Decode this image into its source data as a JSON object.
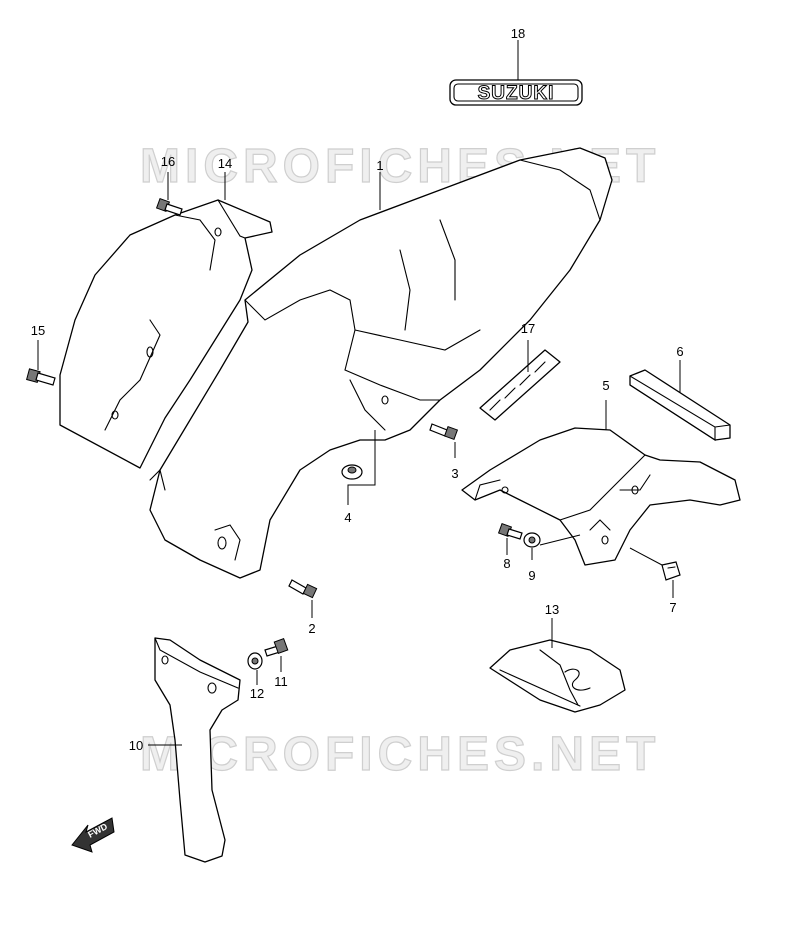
{
  "watermark": "MICROFICHES.NET",
  "logo_text": "SUZUKI",
  "fwd_label": "FWD",
  "callouts": [
    "1",
    "2",
    "3",
    "4",
    "5",
    "6",
    "7",
    "8",
    "9",
    "10",
    "11",
    "12",
    "13",
    "14",
    "15",
    "16",
    "17",
    "18"
  ]
}
